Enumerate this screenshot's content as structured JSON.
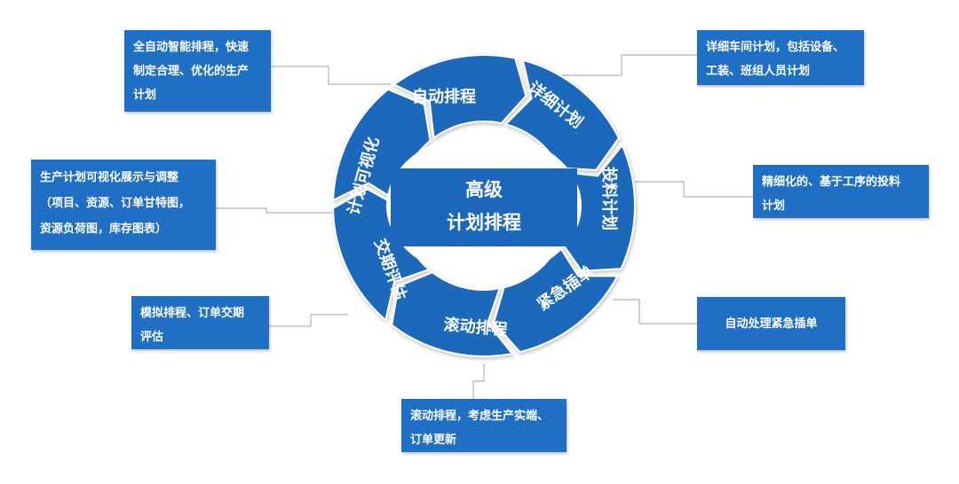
{
  "center": {
    "line1": "高级",
    "line2": "计划排程"
  },
  "segments": {
    "auto": "自动排程",
    "detail": "详细计划",
    "material": "投料计划",
    "urgent": "紧急插单",
    "rolling": "滚动排程",
    "delivery": "交期评估",
    "visual": "计划可视化"
  },
  "boxes": {
    "auto": [
      "全自动智能排程，快速",
      "制定合理、优化的生产",
      "计划"
    ],
    "detail": [
      "详细车间计划，包括设备、",
      "工装、班组人员计划"
    ],
    "material": [
      "精细化的、基于工序的投料",
      "计划"
    ],
    "urgent": [
      "自动处理紧急插单"
    ],
    "rolling": [
      "滚动排程，考虑生产实端、",
      "订单更新"
    ],
    "delivery": [
      "模拟排程、订单交期",
      "评估"
    ],
    "visual": [
      "生产计划可视化展示与调整",
      "（项目、资源、订单甘特图，",
      "资源负荷图，库存图表）"
    ]
  },
  "colors": {
    "ring": "#1c67bb",
    "box": "#1f6fc4",
    "connector": "#9aa3ad",
    "text": "#ffffff"
  }
}
